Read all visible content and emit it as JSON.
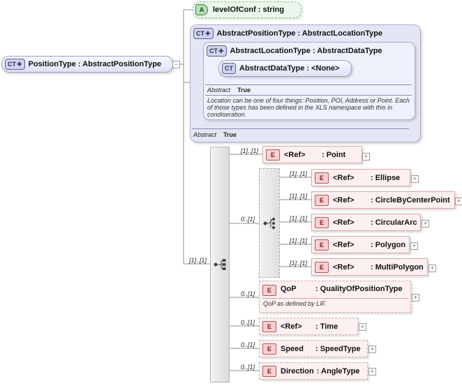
{
  "root": {
    "badge": "CT",
    "label": "PositionType : AbstractPositionType"
  },
  "attribute": {
    "badge": "A",
    "label": "levelOfConf : string"
  },
  "abstract_position": {
    "badge": "CT",
    "label": "AbstractPositionType : AbstractLocationType",
    "prop_name": "Abstract",
    "prop_value": "True"
  },
  "abstract_location": {
    "badge": "CT",
    "label": "AbstractLocationType : AbstractDataType",
    "prop_name": "Abstract",
    "prop_value": "True",
    "doc_lines": [
      "Location can be one of four things: Position, POI, Address or Point. Each",
      "of those types has been defined in the XLS namespace with this in",
      "condiseration."
    ]
  },
  "abstract_data": {
    "badge": "CT",
    "label": "AbstractDataType : <None>"
  },
  "sequence": {
    "cardinality": "[1]..[1]"
  },
  "choice": {
    "cardinality": "0..[1]"
  },
  "point": {
    "badge": "E",
    "ref": "<Ref>",
    "name": ": Point",
    "cardinality": "[1]..[1]"
  },
  "choice_items": [
    {
      "badge": "E",
      "ref": "<Ref>",
      "name": ": Ellipse",
      "cardinality": "[1]..[1]"
    },
    {
      "badge": "E",
      "ref": "<Ref>",
      "name": ": CircleByCenterPoint",
      "cardinality": "[1]..[1]"
    },
    {
      "badge": "E",
      "ref": "<Ref>",
      "name": ": CircularArc",
      "cardinality": "[1]..[1]"
    },
    {
      "badge": "E",
      "ref": "<Ref>",
      "name": ": Polygon",
      "cardinality": "[1]..[1]"
    },
    {
      "badge": "E",
      "ref": "<Ref>",
      "name": ": MultiPolygon",
      "cardinality": "[1]..[1]"
    }
  ],
  "qop": {
    "badge": "E",
    "name": "QoP",
    "type": ": QualityOfPositionType",
    "doc": "QoP as defined by LIF.",
    "cardinality": "0..[1]"
  },
  "time": {
    "badge": "E",
    "ref": "<Ref>",
    "name": ": Time",
    "cardinality": "0..[1]"
  },
  "speed": {
    "badge": "E",
    "name": "Speed",
    "type": ": SpeedType",
    "cardinality": "0..[1]"
  },
  "direction": {
    "badge": "E",
    "name": "Direction",
    "type": ": AngleType",
    "cardinality": "0..[1]"
  },
  "expander_symbol": "+",
  "collapse_symbol": "−"
}
